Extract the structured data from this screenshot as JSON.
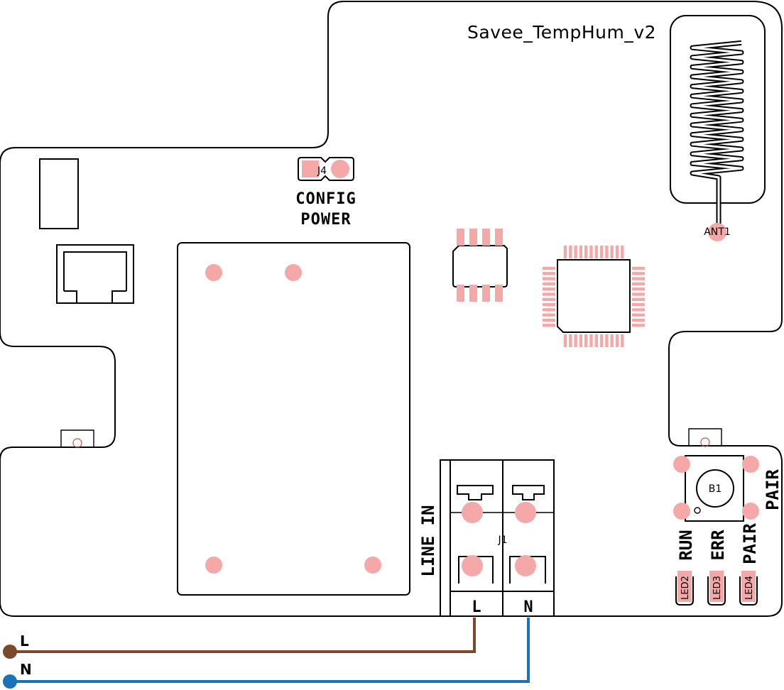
{
  "board": {
    "title": "Savee_TempHum_v2"
  },
  "j4": {
    "ref": "J4",
    "label_line1": "CONFIG",
    "label_line2": "POWER"
  },
  "antenna": {
    "ref": "ANT1"
  },
  "j1": {
    "ref": "J1",
    "side_label": "LINE IN",
    "terminal_l": "L",
    "terminal_n": "N"
  },
  "button": {
    "ref": "B1",
    "label": "PAIR"
  },
  "leds": [
    {
      "ref": "LED2",
      "label": "RUN"
    },
    {
      "ref": "LED3",
      "label": "ERR"
    },
    {
      "ref": "LED4",
      "label": "PAIR"
    }
  ],
  "wires": {
    "l_label": "L",
    "n_label": "N",
    "l_color": "#7a4a2a",
    "n_color": "#1a73b8"
  },
  "colors": {
    "pad": "#f4a9a8",
    "silkscreen": "#000000",
    "board": "#ffffff"
  }
}
